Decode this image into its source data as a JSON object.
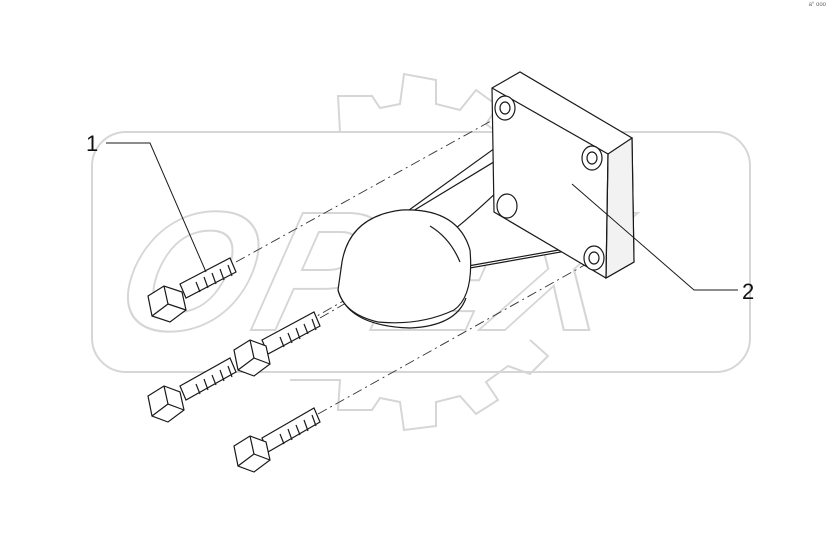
{
  "diagram": {
    "callouts": [
      {
        "id": "1",
        "label": "1"
      },
      {
        "id": "2",
        "label": "2"
      }
    ],
    "watermark": {
      "text": "OPEX"
    },
    "corner_code": "a° ooo"
  },
  "colors": {
    "line": "#1a1a1a",
    "watermark": "#d9d9d9",
    "part_fill": "#ffffff",
    "shade": "#ececec"
  }
}
